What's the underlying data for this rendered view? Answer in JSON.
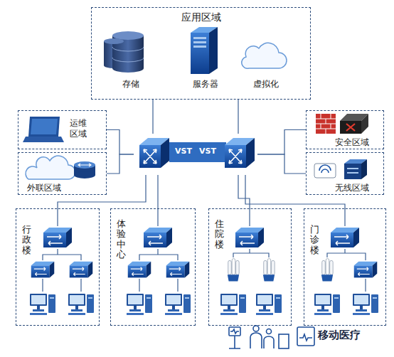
{
  "diagram": {
    "nodes": [
      {
        "text": [
          "应用区域"
        ]
      },
      {
        "text": [
          "存储"
        ],
        "in": 0
      },
      {
        "text": [
          "服务器"
        ],
        "in": 0
      },
      {
        "text": [
          "虚拟化"
        ],
        "in": 0
      },
      {
        "text": [
          "VST",
          "VST"
        ]
      },
      {
        "text": [
          "运维区域"
        ]
      },
      {
        "text": [
          "外联区域"
        ]
      },
      {
        "text": [
          "安全区域"
        ]
      },
      {
        "text": [
          "无线区域"
        ]
      },
      {
        "text": [
          "行政楼"
        ]
      },
      {
        "text": [
          "体验中心"
        ]
      },
      {
        "text": [
          "住院楼"
        ]
      },
      {
        "text": [
          "门诊楼"
        ]
      }
    ],
    "edges": [
      {
        "from": 0,
        "to": 4,
        "arrow": "none"
      },
      {
        "from": 0,
        "to": 4,
        "arrow": "none"
      },
      {
        "from": 5,
        "to": 4,
        "arrow": "none"
      },
      {
        "from": 6,
        "to": 4,
        "arrow": "none"
      },
      {
        "from": 7,
        "to": 4,
        "arrow": "none"
      },
      {
        "from": 8,
        "to": 4,
        "arrow": "none"
      },
      {
        "from": 4,
        "to": 9,
        "arrow": "none"
      },
      {
        "from": 4,
        "to": 10,
        "arrow": "none"
      },
      {
        "from": 4,
        "to": 11,
        "arrow": "none"
      },
      {
        "from": 4,
        "to": 12,
        "arrow": "none"
      }
    ],
    "labels": [
      "移动医疗"
    ]
  }
}
